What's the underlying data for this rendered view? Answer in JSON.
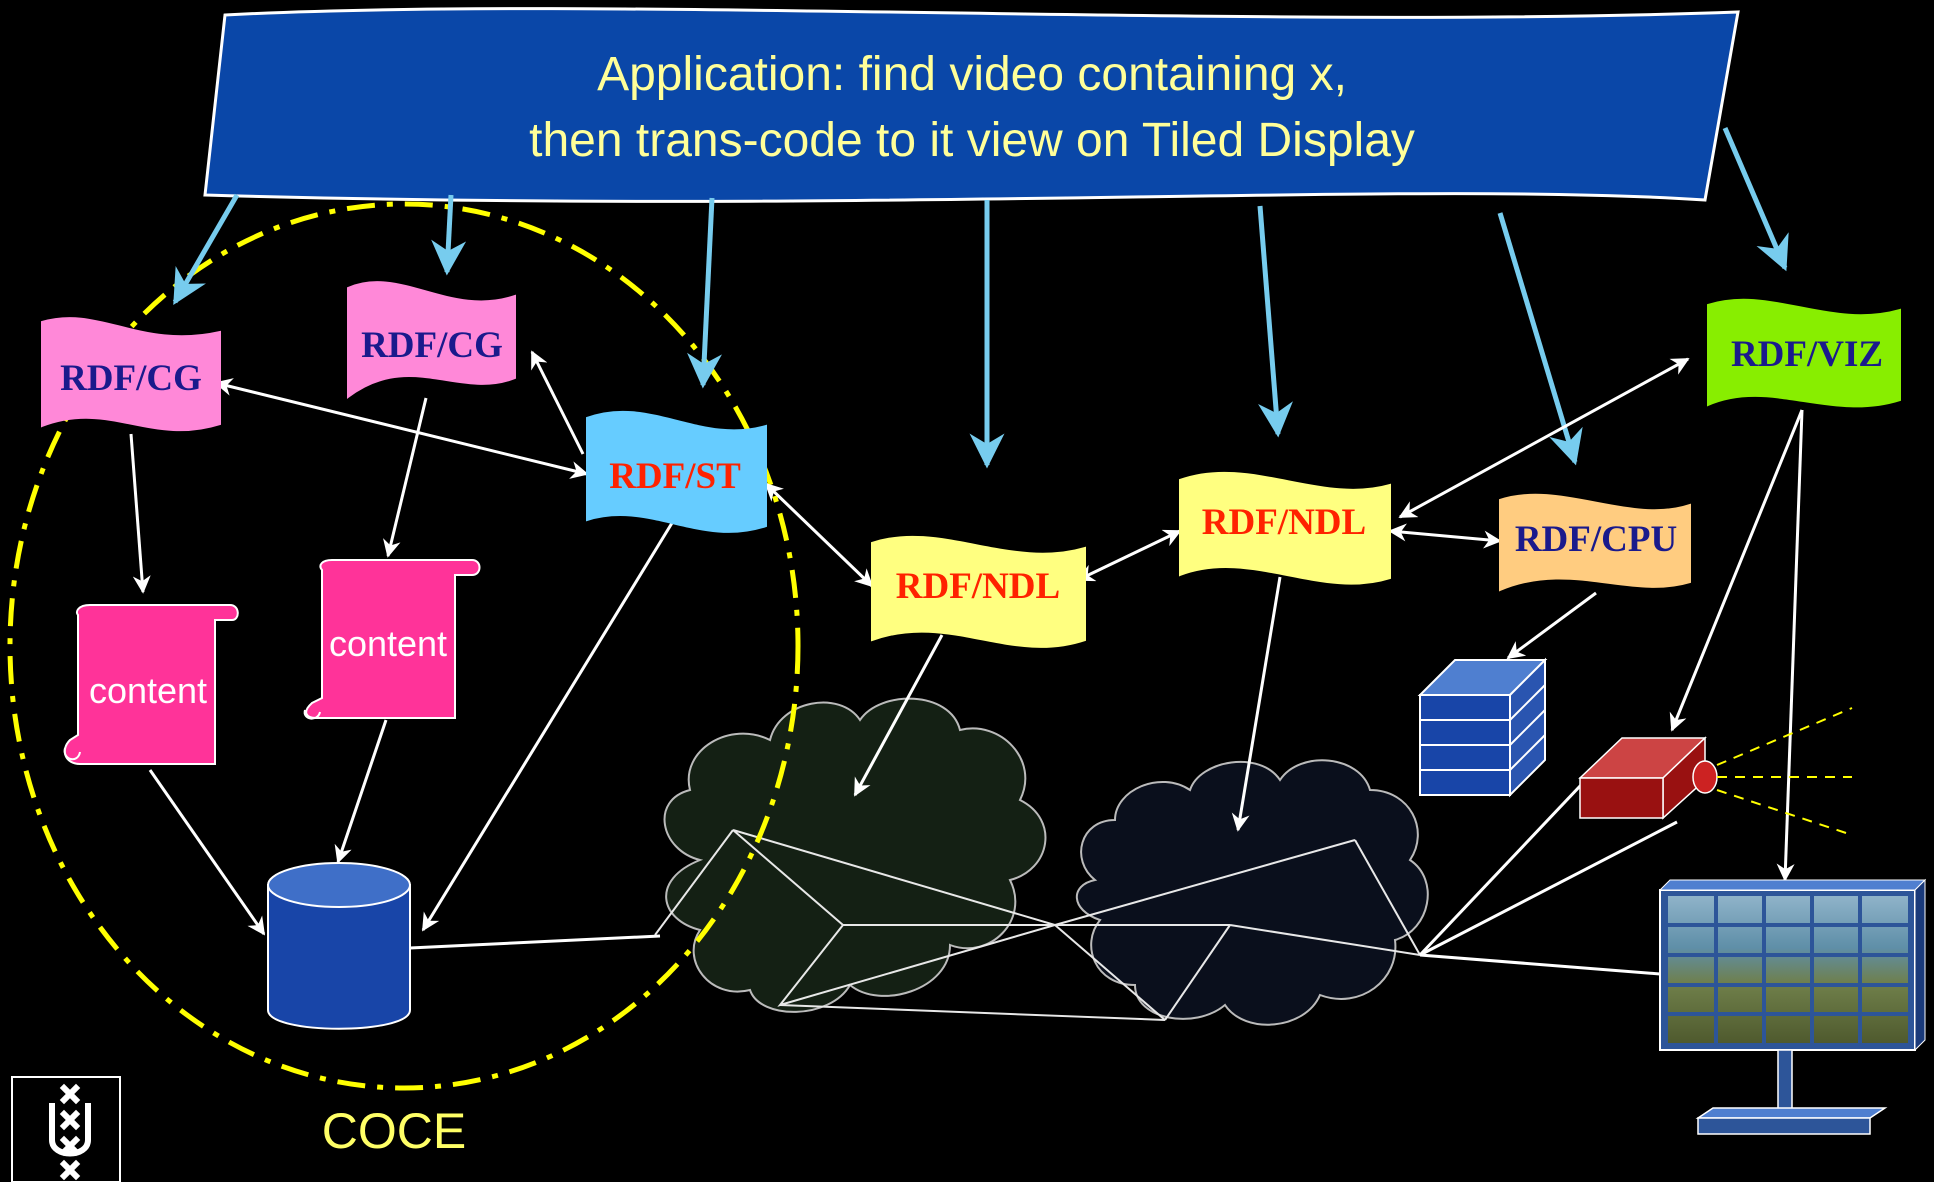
{
  "banner": {
    "line1": "Application: find video containing x,",
    "line2": "then trans-code to it view on Tiled Display",
    "color": "#0a47a8"
  },
  "flags": {
    "cg_left": {
      "label": "RDF/CG",
      "fill": "#ff88d8",
      "text_color": "#1a1a8c"
    },
    "cg_mid": {
      "label": "RDF/CG",
      "fill": "#ff88d8",
      "text_color": "#1a1a8c"
    },
    "st": {
      "label": "RDF/ST",
      "fill": "#66ccff",
      "text_color": "#ff2200"
    },
    "ndl_left": {
      "label": "RDF/NDL",
      "fill": "#ffff80",
      "text_color": "#ff2200"
    },
    "ndl_right": {
      "label": "RDF/NDL",
      "fill": "#ffff80",
      "text_color": "#ff2200"
    },
    "cpu": {
      "label": "RDF/CPU",
      "fill": "#ffcc80",
      "text_color": "#1a1a8c"
    },
    "viz": {
      "label": "RDF/VIZ",
      "fill": "#88ee00",
      "text_color": "#1a1a8c"
    }
  },
  "content_docs": {
    "left": {
      "label": "content"
    },
    "mid": {
      "label": "content"
    },
    "fill": "#ff3399"
  },
  "coce": {
    "label": "COCE",
    "color": "#ffff00"
  },
  "icons": {
    "database": "database-icon",
    "server": "server-stack-icon",
    "projector": "projector-icon",
    "tiled_display": "tiled-display-icon",
    "network_cloud_left": "network-cloud-icon",
    "network_cloud_right": "network-cloud-icon",
    "logo": "university-logo-icon"
  },
  "colors": {
    "arrow_blue": "#77ccee",
    "arrow_white": "#ffffff",
    "cloud_left": "#142014",
    "cloud_right": "#0a0f1c"
  }
}
